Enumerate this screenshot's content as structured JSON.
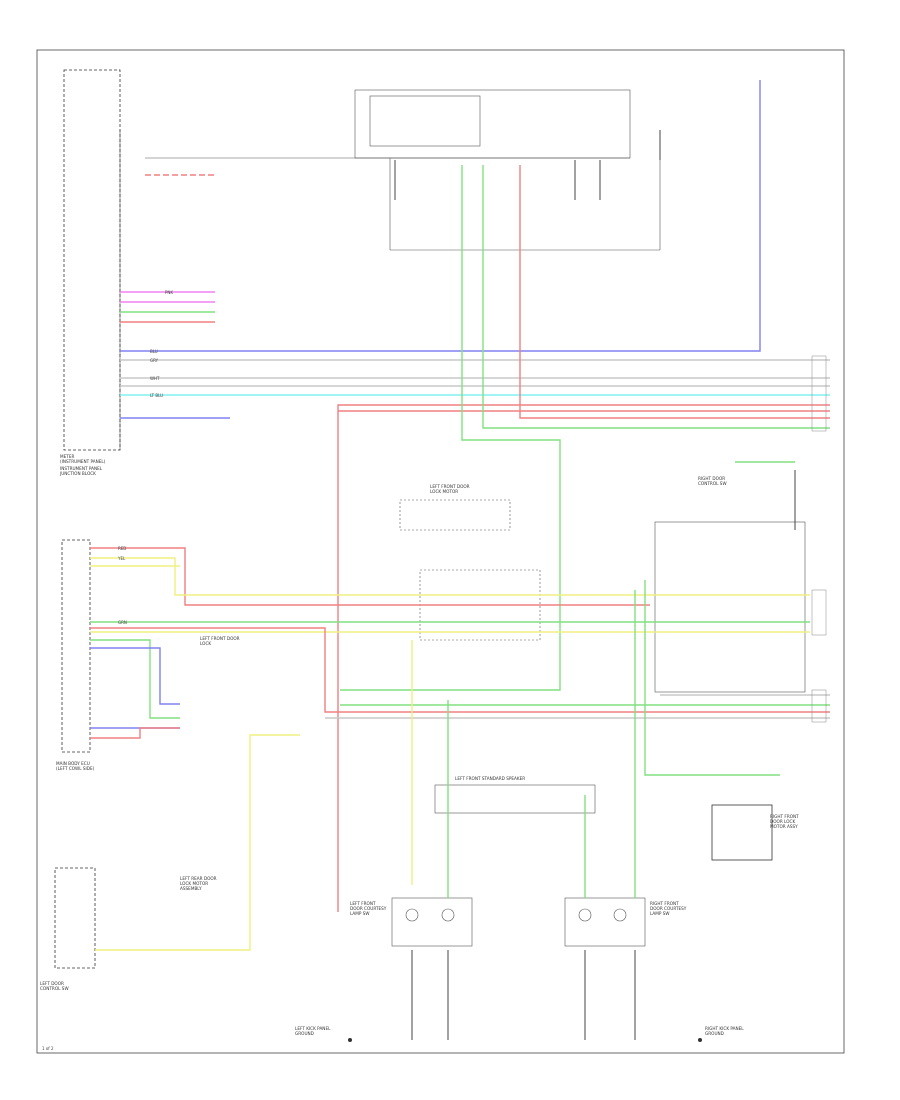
{
  "page_marker": "1 of 2",
  "components": {
    "meter_cluster": "METER\n(INSTRUMENT PANEL)",
    "instrument_panel_jb": "INSTRUMENT PANEL\nJUNCTION BLOCK",
    "main_body_ecu": "MAIN BODY ECU\n(LEFT COWL SIDE)",
    "left_rear_door_ecu": "LEFT REAR DOOR\nLOCK MOTOR\nASSEMBLY",
    "left_front_door_jb": "LEFT FRONT DOOR\nLOCK MOTOR",
    "left_door_control": "LEFT DOOR\nCONTROL SW",
    "right_door_control": "RIGHT DOOR\nCONTROL SW",
    "left_courtesy_lamp": "LEFT FRONT\nDOOR COURTESY\nLAMP SW",
    "right_courtesy_lamp": "RIGHT FRONT\nDOOR COURTESY\nLAMP SW",
    "left_front_door_lock": "LEFT FRONT DOOR\nLOCK",
    "left_front_speaker": "LEFT FRONT STANDARD SPEAKER",
    "right_door_lock_motor": "RIGHT FRONT\nDOOR LOCK\nMOTOR ASSY",
    "left_ground": "LEFT KICK PANEL\nGROUND",
    "right_ground": "RIGHT KICK PANEL\nGROUND"
  },
  "wires": {
    "red": "RED",
    "green": "GRN",
    "blue": "BLU",
    "yellow": "YEL",
    "pink": "PNK",
    "cyan": "LT BLU",
    "gray": "GRY",
    "white": "WHT"
  },
  "colors": {
    "red": "#f08080",
    "green": "#80e080",
    "blue": "#8080f0",
    "yellow": "#f0f080",
    "pink": "#f080f0",
    "cyan": "#80f0f0",
    "gray": "#c8c8c8",
    "black": "#333333"
  }
}
